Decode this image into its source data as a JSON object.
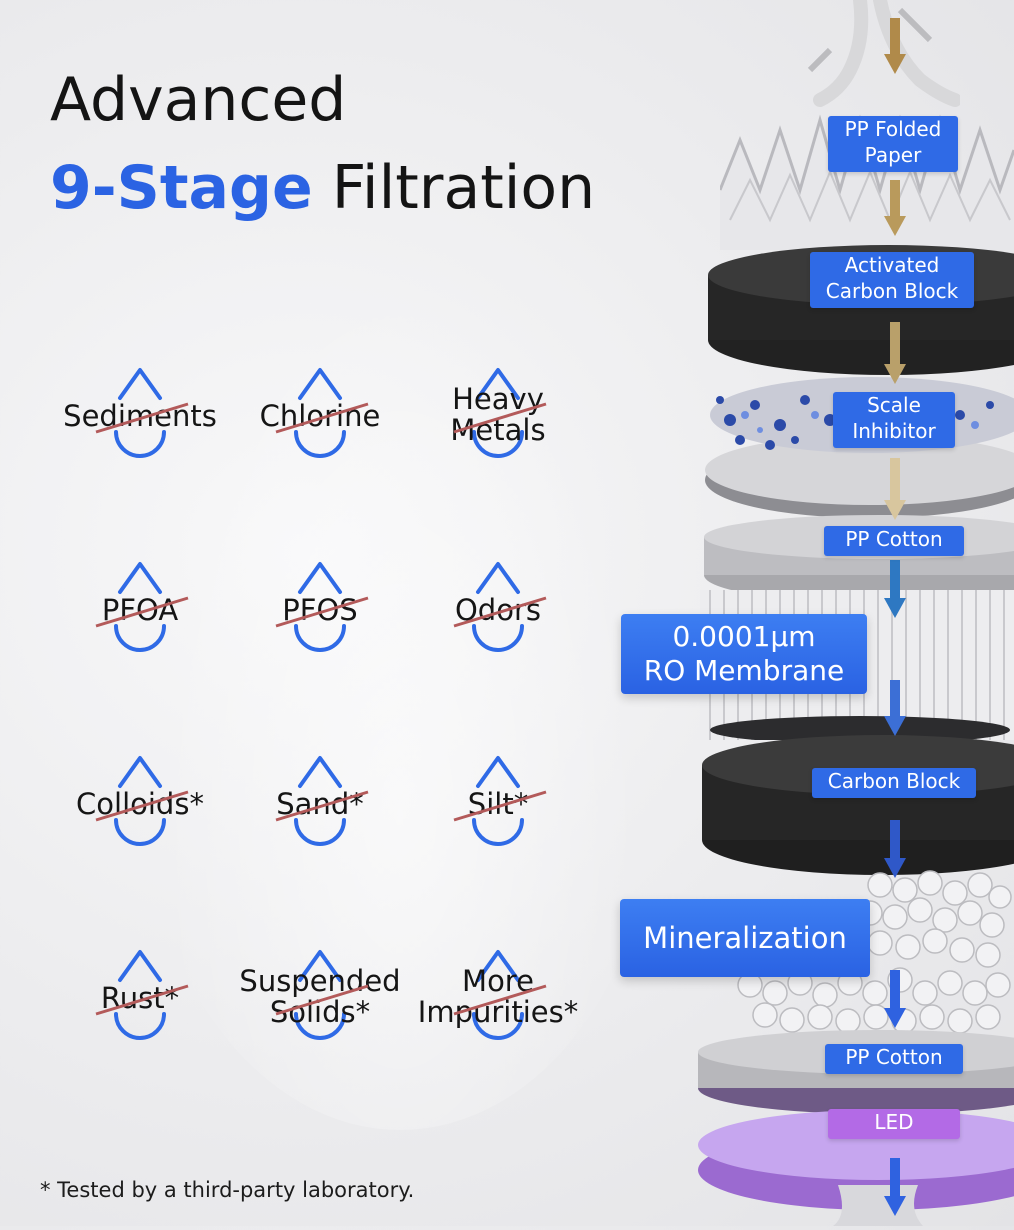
{
  "title": {
    "line1": "Advanced",
    "accent": "9-Stage",
    "rest": " Filtration"
  },
  "contaminants": [
    {
      "text": "Sediments"
    },
    {
      "text": "Chlorine"
    },
    {
      "text": "Heavy\nMetals"
    },
    {
      "text": "PFOA"
    },
    {
      "text": "PFOS"
    },
    {
      "text": "Odors"
    },
    {
      "text": "Colloids*"
    },
    {
      "text": "Sand*"
    },
    {
      "text": "Silt*"
    },
    {
      "text": "Rust*"
    },
    {
      "text": "Suspended\nSolids*"
    },
    {
      "text": "More\nImpurities*"
    }
  ],
  "stages": {
    "pp_folded_paper": "PP Folded\nPaper",
    "activated_carbon": "Activated\nCarbon Block",
    "scale_inhibitor": "Scale\nInhibitor",
    "pp_cotton_1": "PP Cotton",
    "ro_membrane": "0.0001µm\nRO Membrane",
    "carbon_block": "Carbon Block",
    "mineralization": "Mineralization",
    "pp_cotton_2": "PP Cotton",
    "led": "LED"
  },
  "footnote": "* Tested by a third-party laboratory.",
  "colors": {
    "accent": "#2b63e3",
    "tag": "#2f6ae6",
    "strike": "#b35a5a",
    "led": "#b36ae6",
    "drop": "#2f6ae6"
  }
}
